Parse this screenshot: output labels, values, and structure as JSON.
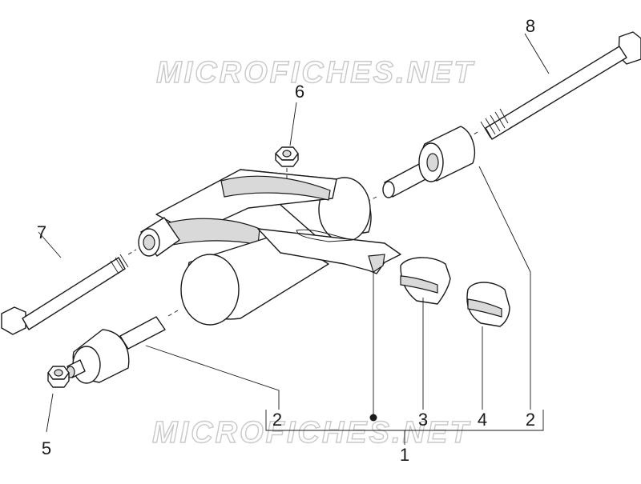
{
  "watermark": {
    "top": "MICROFICHES.NET",
    "bottom": "MICROFICHES.NET"
  },
  "callouts": {
    "c8": "8",
    "c6": "6",
    "c7": "7",
    "c5": "5",
    "c2_left": "2",
    "c3": "3",
    "c4": "4",
    "c2_right": "2",
    "c1": "1"
  },
  "colors": {
    "line": "#1a1a1a",
    "shade": "#d9d9d9",
    "watermark": "#c9c9c9"
  }
}
